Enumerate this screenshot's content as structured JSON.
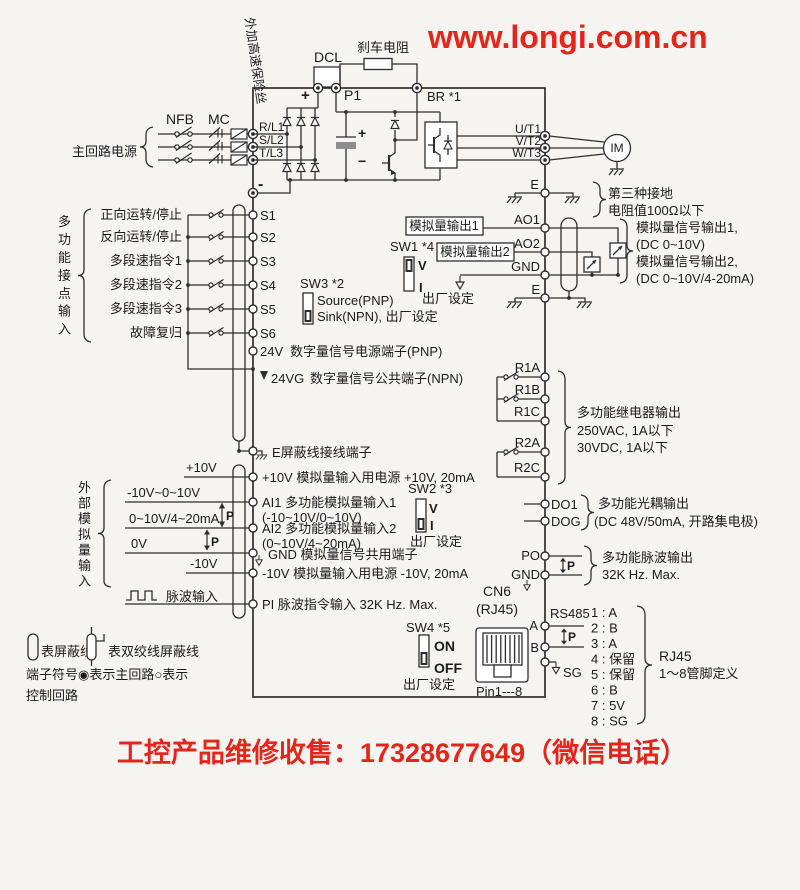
{
  "page": {
    "url": "www.longi.com.cn",
    "footer": "工控产品维修收售：17328677649（微信电话）"
  },
  "power": {
    "fuse_note": "外加高速保险丝",
    "source": "主回路电源",
    "nfb": "NFB",
    "mc": "MC",
    "r": "R/L1",
    "s": "S/L2",
    "t": "T/L3",
    "minus": "-",
    "plus": "+",
    "p1": "P1",
    "dcl": "DCL",
    "brake_resistor": "刹车电阻",
    "br": "BR *1",
    "cap_plus": "+",
    "cap_minus": "−"
  },
  "motor": {
    "u": "U/T1",
    "v": "V/T2",
    "w": "W/T3",
    "im": "IM",
    "e": "E",
    "ground_note1": "第三种接地",
    "ground_note2": "电阻值100Ω以下"
  },
  "analog_out": {
    "ao1": "AO1",
    "ao2": "AO2",
    "gnd": "GND",
    "e": "E",
    "box1": "模拟量输出1",
    "box2": "模拟量输出2",
    "note1": "模拟量信号输出1,",
    "note2": "(DC 0~10V)",
    "note3": "模拟量信号输出2,",
    "note4": "(DC 0~10V/4-20mA)"
  },
  "switches": {
    "sw1": "SW1 *4",
    "sw2": "SW2 *3",
    "sw3": "SW3 *2",
    "sw4": "SW4 *5",
    "v": "V",
    "i": "I",
    "on": "ON",
    "off": "OFF",
    "factory": "出厂设定",
    "source_pnp": "Source(PNP)",
    "sink_npn": "Sink(NPN), 出厂设定"
  },
  "digital_in": {
    "group": "多功能接点输入",
    "rows": [
      {
        "label": "正向运转/停止",
        "term": "S1"
      },
      {
        "label": "反向运转/停止",
        "term": "S2"
      },
      {
        "label": "多段速指令1",
        "term": "S3"
      },
      {
        "label": "多段速指令2",
        "term": "S4"
      },
      {
        "label": "多段速指令3",
        "term": "S5"
      },
      {
        "label": "故障复归",
        "term": "S6"
      }
    ],
    "v24": "24V",
    "v24_note": "数字量信号电源端子(PNP)",
    "v24g": "24VG",
    "v24g_note": "数字量信号公共端子(NPN)"
  },
  "relay": {
    "r1a": "R1A",
    "r1b": "R1B",
    "r1c": "R1C",
    "r2a": "R2A",
    "r2c": "R2C",
    "note1": "多功能继电器输出",
    "note2": "250VAC, 1A以下",
    "note3": "30VDC, 1A以下"
  },
  "analog_in": {
    "group": "外部模拟量输入",
    "shield_note": "E屏蔽线接线端子",
    "p10": "+10V",
    "p10_note": "+10V 模拟量输入用电源 +10V, 20mA",
    "ai1_src": "-10V~0~10V",
    "ai1_note": "AI1  多功能模拟量输入1",
    "ai1_range": "(-10~10V/0~10V)",
    "ai2_src": "0~10V/4~20mA",
    "ai2_note": "AI2  多功能模拟量输入2",
    "ai2_range": "(0~10V/4~20mA)",
    "zero": "0V",
    "gnd_note": "GND 模拟量信号共用端子",
    "m10": "-10V",
    "m10_note": "-10V 模拟量输入用电源 -10V, 20mA",
    "pulse": "脉波输入",
    "pi_note": "PI 脉波指令输入 32K Hz. Max.",
    "p": "P"
  },
  "opto": {
    "do1": "DO1",
    "dog": "DOG",
    "note1": "多功能光耦输出",
    "note2": "(DC 48V/50mA, 开路集电极)"
  },
  "pulse_out": {
    "po": "PO",
    "gnd": "GND",
    "note1": "多功能脉波输出",
    "note2": "32K Hz. Max.",
    "p": "P"
  },
  "comm": {
    "cn6": "CN6",
    "rj45": "(RJ45)",
    "pins_label": "Pin1---8",
    "rs485": "RS485",
    "a": "A",
    "b": "B",
    "sg": "SG",
    "p": "P",
    "pins": [
      "1 : A",
      "2 : B",
      "3 : A",
      "4 : 保留",
      "5 : 保留",
      "6 : B",
      "7 : 5V",
      "8 : SG"
    ],
    "note1": "RJ45",
    "note2": "1～8管脚定义"
  },
  "legend": {
    "l1": "表屏蔽线",
    "l2": "表双绞线屏蔽线",
    "l3": "端子符号◉表示主回路○表示",
    "l4": "控制回路"
  }
}
